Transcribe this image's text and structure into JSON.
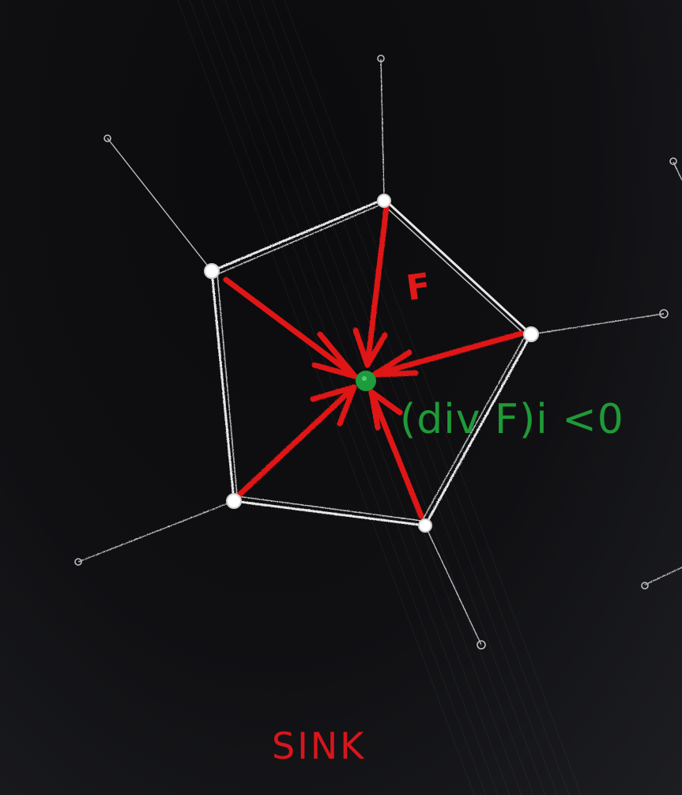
{
  "diagram": {
    "force_label": "F",
    "divergence_label": "(div F)i <0",
    "caption": "SINK"
  },
  "colors": {
    "background": "#0e0e10",
    "mesh_edges": "#e8e8e8",
    "spokes": "#bdbdbd",
    "arrows": "#e01818",
    "center_vertex": "#1e9b3c",
    "divergence_text": "#1f9a38",
    "caption_text": "#d8161c"
  }
}
